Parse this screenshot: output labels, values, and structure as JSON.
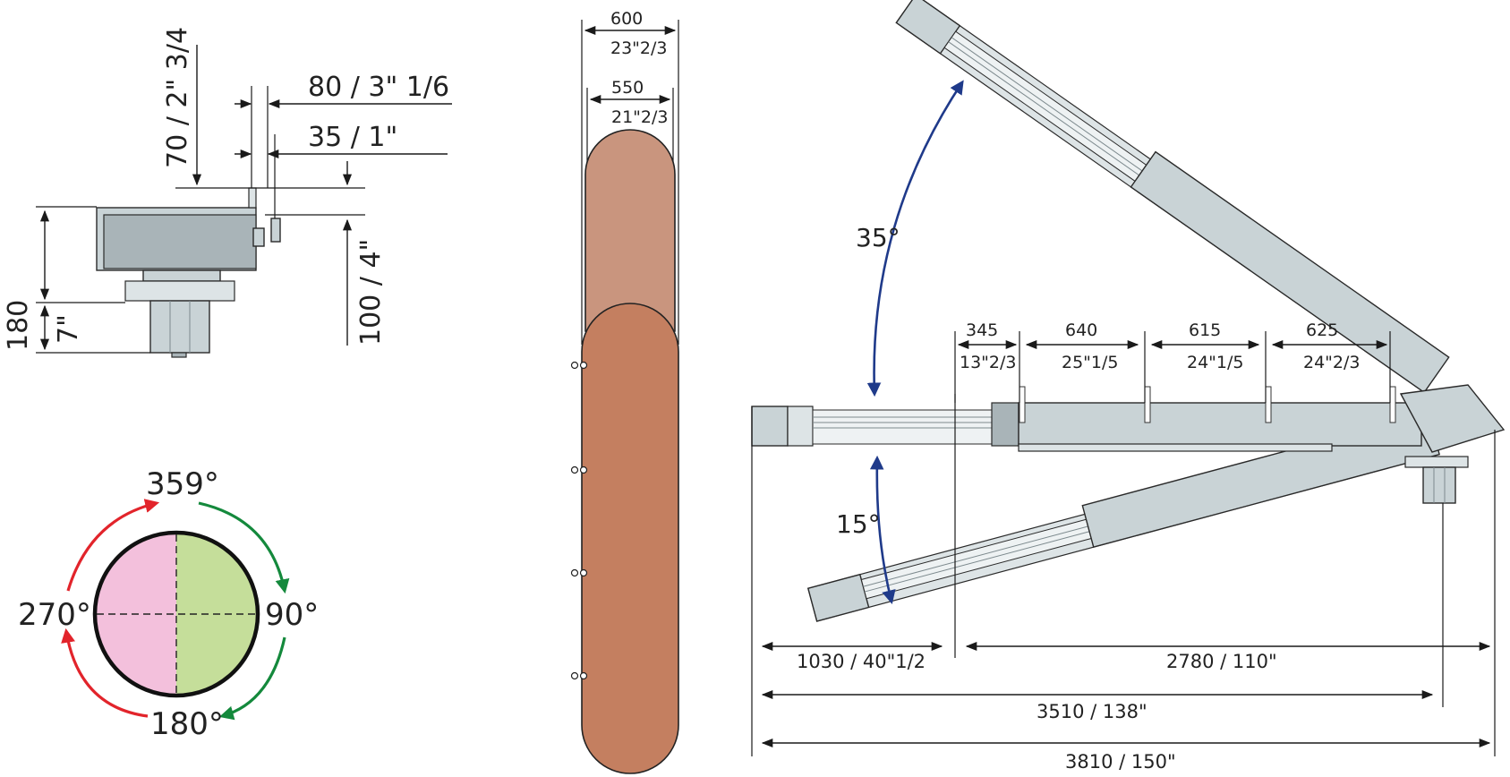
{
  "side_view": {
    "dim_height_top": "70 / 2\" 3/4",
    "dim_80": "80 / 3\" 1/6",
    "dim_35": "35 / 1\"",
    "dim_100": "100 / 4\"",
    "dim_180": "180",
    "dim_7": "7\""
  },
  "rotation": {
    "top": "359°",
    "right": "90°",
    "bottom": "180°",
    "left": "270°",
    "colors": {
      "left_half": "#f3c0dc",
      "right_half": "#c5de9a",
      "arrow_left": "#e2242b",
      "arrow_right": "#14893c"
    }
  },
  "top_view": {
    "outer_mm": "600",
    "outer_in": "23\"2/3",
    "inner_mm": "550",
    "inner_in": "21\"2/3",
    "colors": {
      "upper": "#c9957e",
      "lower": "#c47f60"
    }
  },
  "front_view": {
    "angle_up": "35°",
    "angle_down": "15°",
    "segments": [
      {
        "mm": "345",
        "in": "13\"2/3"
      },
      {
        "mm": "640",
        "in": "25\"1/5"
      },
      {
        "mm": "615",
        "in": "24\"1/5"
      },
      {
        "mm": "625",
        "in": "24\"2/3"
      }
    ],
    "dim_1030": "1030 / 40\"1/2",
    "dim_2780": "2780 / 110\"",
    "dim_3510": "3510 / 138\"",
    "dim_3810": "3810 / 150\""
  }
}
